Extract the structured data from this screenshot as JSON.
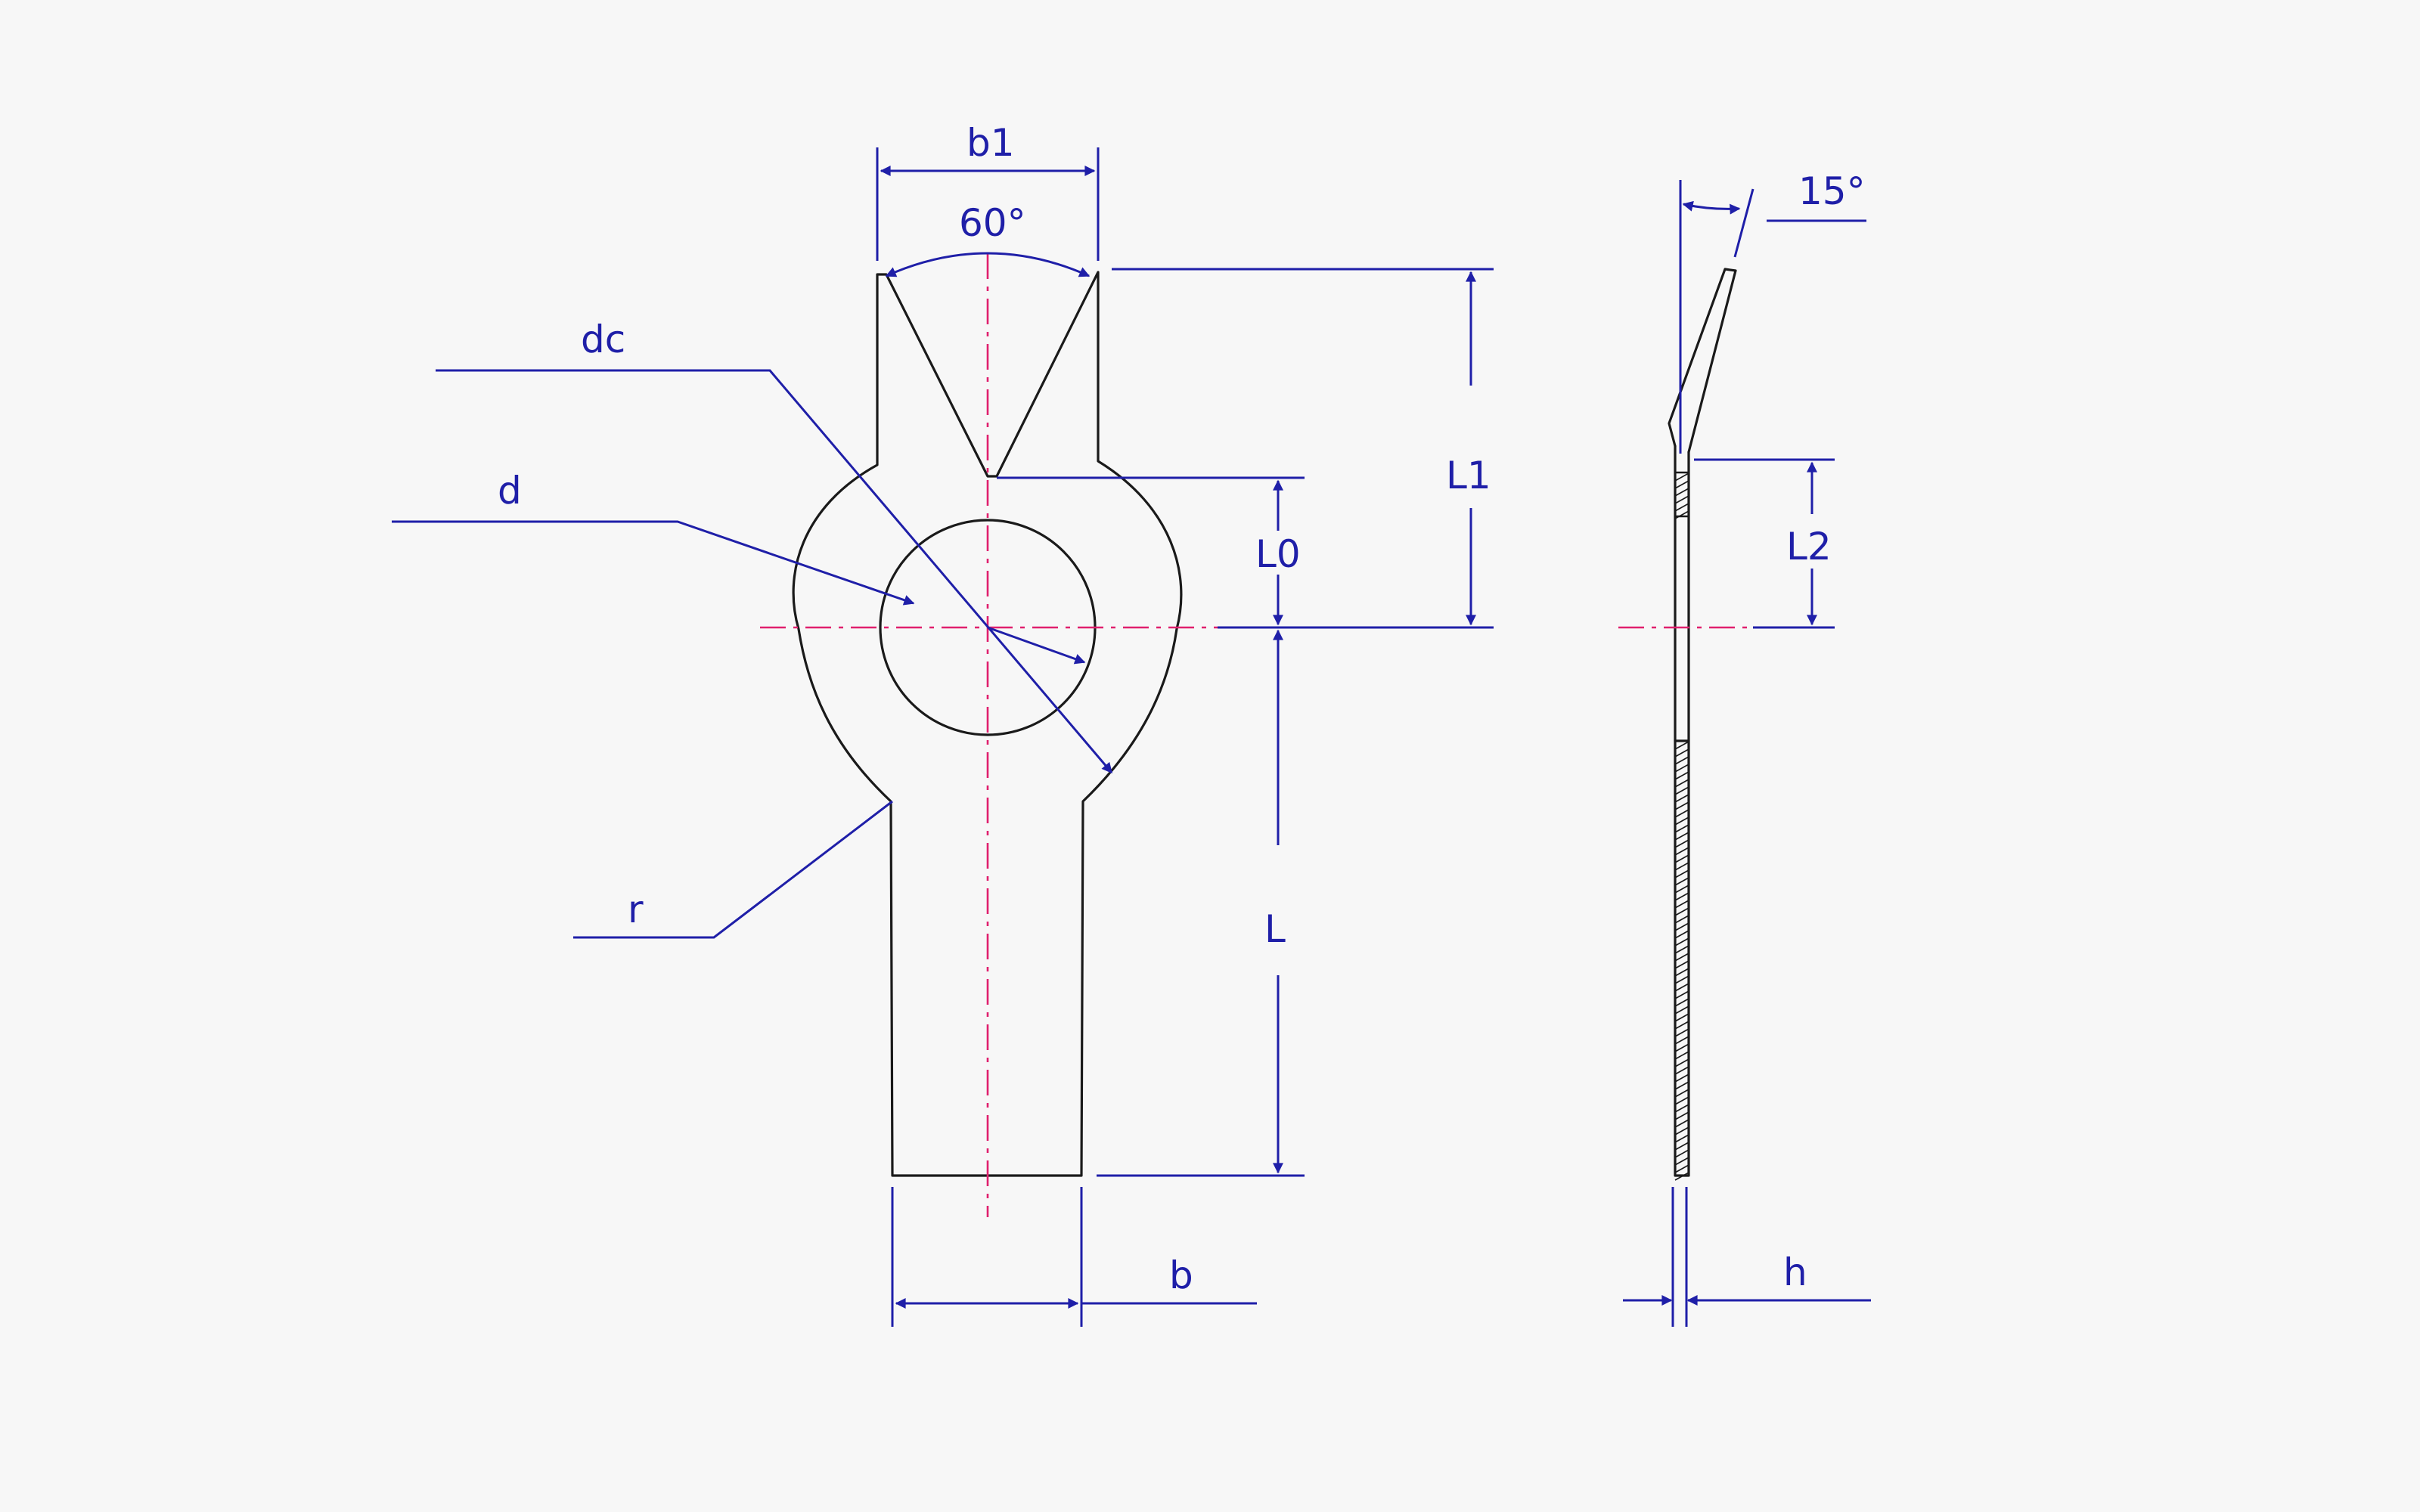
{
  "labels": {
    "b1": "b1",
    "angle_tip": "60°",
    "dc": "dc",
    "d": "d",
    "r": "r",
    "l0": "L0",
    "l1": "L1",
    "l": "L",
    "b": "b",
    "angle_bend": "15°",
    "l2": "L2",
    "h": "h"
  },
  "colors": {
    "outline": "#1a1a1a",
    "dimension": "#1f1fa8",
    "centerline": "#e0206e",
    "background": "#f7f7f7"
  }
}
